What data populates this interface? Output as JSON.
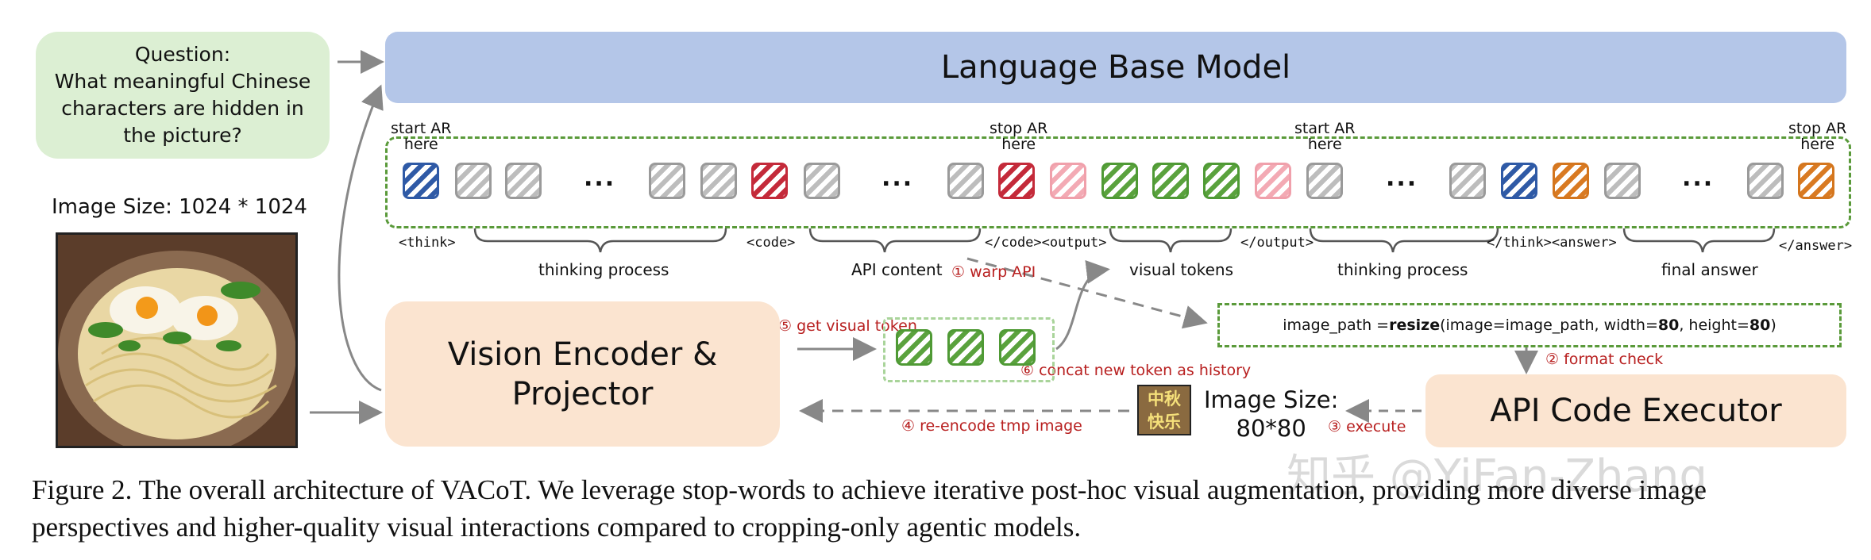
{
  "question": {
    "title": "Question:",
    "text": "What meaningful Chinese characters are hidden in the picture?"
  },
  "image_size_label": "Image Size: 1024 * 1024",
  "boxes": {
    "language_model": "Language Base Model",
    "vision_encoder_line1": "Vision Encoder &",
    "vision_encoder_line2": "Projector",
    "executor": "API Code Executor"
  },
  "markers": {
    "start_ar_1": {
      "line1": "start AR",
      "line2": "here"
    },
    "stop_ar_1": {
      "line1": "stop AR",
      "line2": "here"
    },
    "start_ar_2": {
      "line1": "start AR",
      "line2": "here"
    },
    "stop_ar_2": {
      "line1": "stop AR",
      "line2": "here"
    }
  },
  "ellipsis": "...",
  "tags": {
    "think": "<think>",
    "code": "<code>",
    "code_output": "</code><output>",
    "output_end": "</output>",
    "think_answer": "</think><answer>",
    "answer_end": "</answer>"
  },
  "segment_labels": {
    "thinking_1": "thinking process",
    "api_content": "API content",
    "visual_tokens": "visual tokens",
    "thinking_2": "thinking process",
    "final_answer": "final answer"
  },
  "steps": {
    "warp_api": "① warp API",
    "format_check": "② format check",
    "execute": "③ execute",
    "re_encode": "④ re-encode tmp image",
    "get_visual_token": "⑤ get visual token",
    "concat": "⑥ concat new token as history"
  },
  "api_code": {
    "prefix": "image_path = ",
    "func": "resize",
    "args_1": "(image=image_path, width=",
    "width": "80",
    "args_2": ", height=",
    "height": "80",
    "suffix": ")"
  },
  "tmp_image": {
    "label_line1": "Image Size:",
    "label_line2": "80*80",
    "chars": "中秋快乐"
  },
  "token_colors": {
    "gray": "#9a9a9a",
    "blue": "#2f5aa6",
    "red": "#c42a3a",
    "pink": "#f0a0ab",
    "green": "#4f9a35",
    "orange": "#d4761e"
  },
  "caption": "Figure 2. The overall architecture of VACoT. We leverage stop-words to achieve iterative post-hoc visual augmentation, providing more diverse image perspectives and higher-quality visual interactions compared to cropping-only agentic models.",
  "watermark": "知乎 @YiFan-Zhang"
}
